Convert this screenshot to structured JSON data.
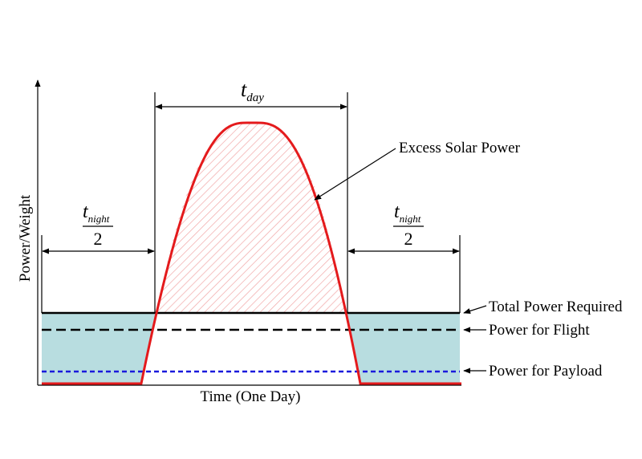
{
  "axis": {
    "y_label": "Power/Weight",
    "x_label": "Time (One Day)"
  },
  "durations": {
    "day": {
      "symbol": "t",
      "subscript": "day"
    },
    "night_left": {
      "symbol": "t",
      "subscript": "night",
      "denominator": "2"
    },
    "night_right": {
      "symbol": "t",
      "subscript": "night",
      "denominator": "2"
    }
  },
  "annotations": {
    "excess_solar": "Excess Solar Power",
    "total_power": "Total Power Required",
    "flight_power": "Power for Flight",
    "payload_power": "Power for Payload"
  },
  "colors": {
    "solar_curve": "#e41a1c",
    "excess_hatch": "#f1a7a7",
    "battery_fill": "#b8dde0",
    "total_line": "#000000",
    "flight_line": "#000000",
    "payload_line": "#1a1adc"
  }
}
